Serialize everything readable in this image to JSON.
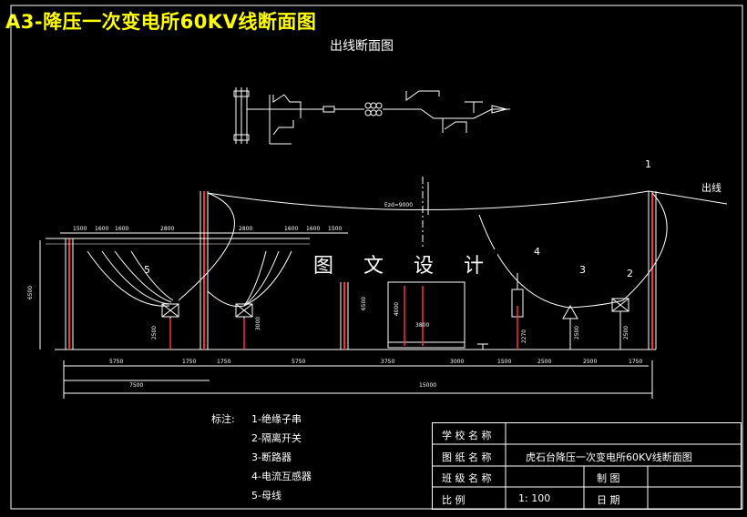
{
  "header": {
    "title": "A3-降压一次变电所60KV线断面图"
  },
  "drawing": {
    "subtitle": "出线断面图",
    "outgoing_line_label": "出线",
    "watermark": "图 文 设 计",
    "callouts": [
      "1",
      "2",
      "3",
      "4",
      "5"
    ],
    "dimensions": {
      "top": [
        "1500",
        "1600",
        "1600",
        "2800",
        "2800",
        "1600",
        "1600",
        "1500"
      ],
      "bottom": [
        "5750",
        "1750",
        "1750",
        "5750",
        "3750",
        "3000",
        "1500",
        "2500",
        "2500",
        "1750"
      ],
      "totals": [
        "7500",
        "15000"
      ],
      "vertical": [
        "6500",
        "2500",
        "3000",
        "6500",
        "4000",
        "3800",
        "2270",
        "2500",
        "2500"
      ],
      "sag": "Ezd=9000"
    }
  },
  "legend": {
    "title": "标注:",
    "items": [
      "1-绝缘子串",
      "2-隔离开关",
      "3-断路器",
      "4-电流互感器",
      "5-母线"
    ]
  },
  "title_block": {
    "school_label": "学 校 名 称",
    "school_value": "",
    "drawing_name_label": "图 纸 名 称",
    "drawing_name_value": "虎石台降压一次变电所60KV线断面图",
    "class_label": "班 级 名 称",
    "class_value": "",
    "drawn_label": "制     图",
    "drawn_value": "",
    "scale_label": "比     例",
    "scale_value": "1: 100",
    "date_label": "日     期",
    "date_value": ""
  },
  "colors": {
    "background": "#000000",
    "line": "#ffffff",
    "pole": "#ff3030",
    "title": "#ffff00"
  }
}
